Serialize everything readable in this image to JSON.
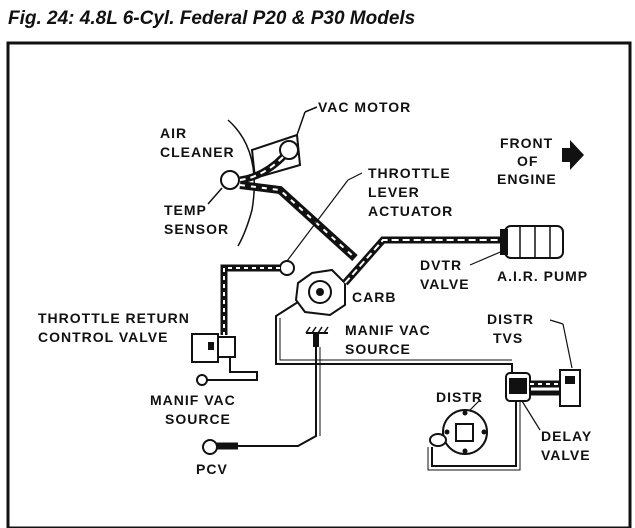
{
  "figure": {
    "title": "Fig. 24:  4.8L 6-Cyl. Federal P20 & P30 Models"
  },
  "labels": {
    "vac_motor": "VAC MOTOR",
    "air_cleaner_1": "AIR",
    "air_cleaner_2": "CLEANER",
    "temp_sensor_1": "TEMP",
    "temp_sensor_2": "SENSOR",
    "throttle_lever_1": "THROTTLE",
    "throttle_lever_2": "LEVER",
    "throttle_lever_3": "ACTUATOR",
    "front_1": "FRONT",
    "front_2": "OF",
    "front_3": "ENGINE",
    "dvtr_1": "DVTR",
    "dvtr_2": "VALVE",
    "air_pump": "A.I.R. PUMP",
    "carb": "CARB",
    "trcv_1": "THROTTLE RETURN",
    "trcv_2": "CONTROL VALVE",
    "manif_vac_src_1": "MANIF VAC",
    "manif_vac_src_2": "SOURCE",
    "manif_vac_left_1": "MANIF VAC",
    "manif_vac_left_2": "SOURCE",
    "distr_tvs_1": "DISTR",
    "distr_tvs_2": "TVS",
    "distr": "DISTR",
    "delay_1": "DELAY",
    "delay_2": "VALVE",
    "pcv": "PCV"
  },
  "colors": {
    "ink": "#111111",
    "background": "#ffffff"
  }
}
